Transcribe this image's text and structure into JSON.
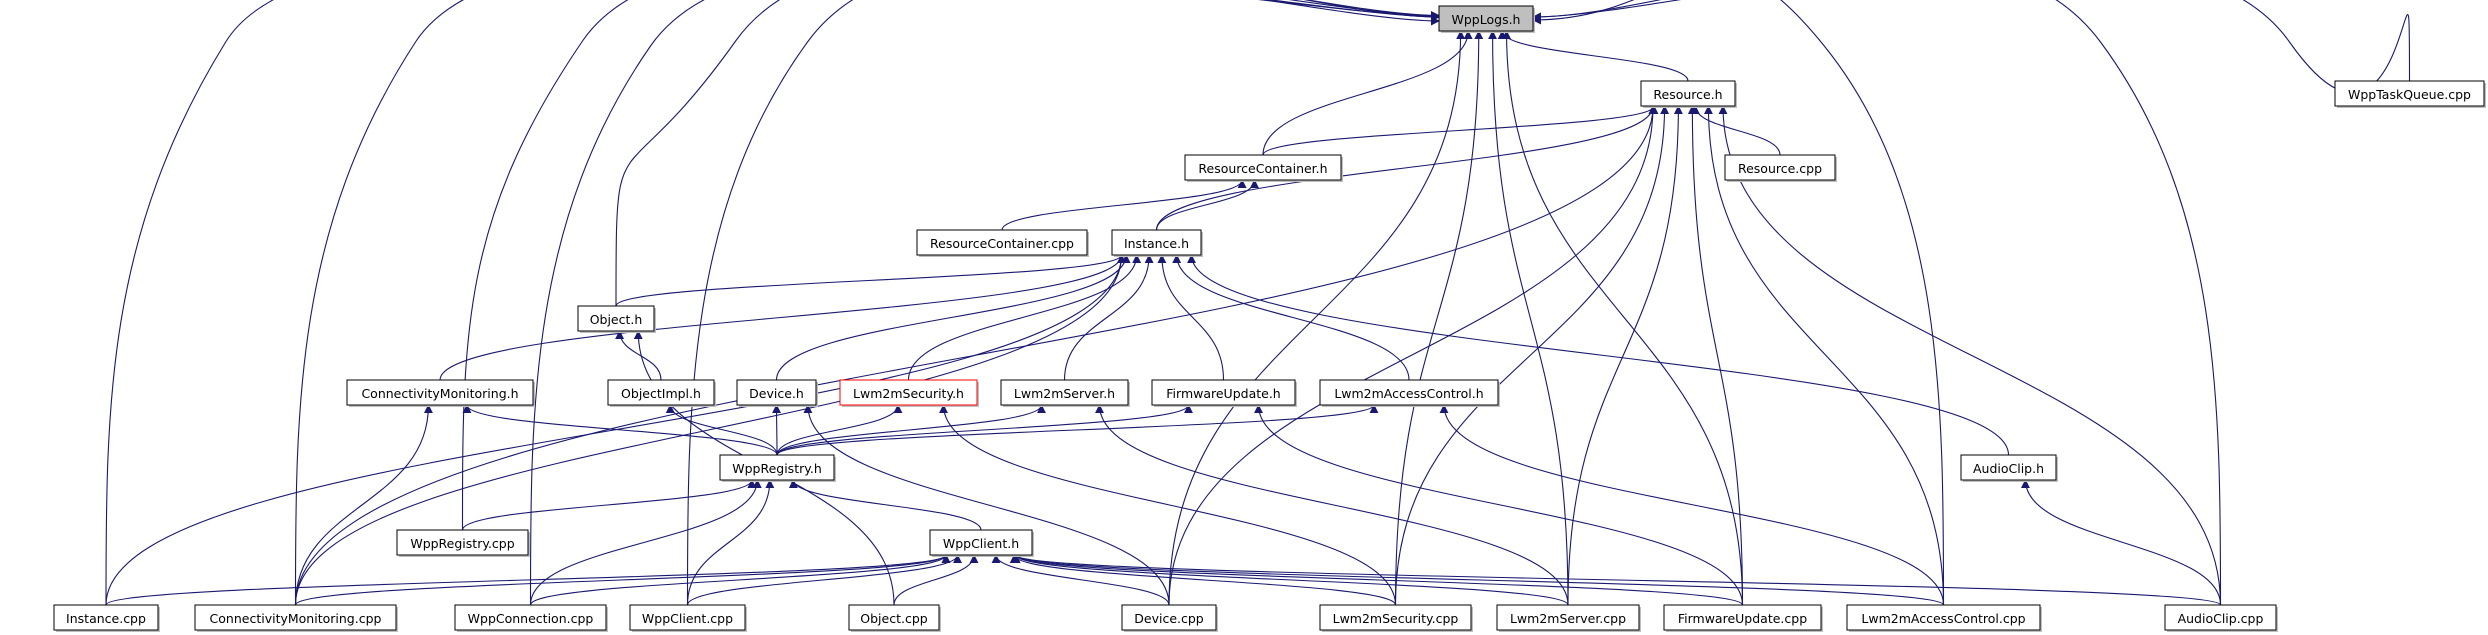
{
  "graph": {
    "type": "include-dependency-graph",
    "colors": {
      "edge": "#191970",
      "root_fill": "#bfbfbf",
      "node_fill": "#ffffff",
      "node_border": "#000000",
      "highlight_border": "#ff0000"
    },
    "root": "WppLogs.h",
    "nodes": {
      "wpplogs_h": "WppLogs.h",
      "resource_h": "Resource.h",
      "wpptaskqueue_cpp": "WppTaskQueue.cpp",
      "resourcecontainer_h": "ResourceContainer.h",
      "resource_cpp": "Resource.cpp",
      "resourcecontainer_cpp": "ResourceContainer.cpp",
      "instance_h": "Instance.h",
      "object_h": "Object.h",
      "connectivitymonitoring_h": "ConnectivityMonitoring.h",
      "objectimpl_h": "ObjectImpl.h",
      "device_h": "Device.h",
      "lwm2msecurity_h": "Lwm2mSecurity.h",
      "lwm2mserver_h": "Lwm2mServer.h",
      "firmwareupdate_h": "FirmwareUpdate.h",
      "lwm2maccesscontrol_h": "Lwm2mAccessControl.h",
      "wppregistry_h": "WppRegistry.h",
      "audioclip_h": "AudioClip.h",
      "wppregistry_cpp": "WppRegistry.cpp",
      "wppclient_h": "WppClient.h",
      "instance_cpp": "Instance.cpp",
      "connectivitymonitoring_cpp": "ConnectivityMonitoring.cpp",
      "wppconnection_cpp": "WppConnection.cpp",
      "wppclient_cpp": "WppClient.cpp",
      "object_cpp": "Object.cpp",
      "device_cpp": "Device.cpp",
      "lwm2msecurity_cpp": "Lwm2mSecurity.cpp",
      "lwm2mserver_cpp": "Lwm2mServer.cpp",
      "firmwareupdate_cpp": "FirmwareUpdate.cpp",
      "lwm2maccesscontrol_cpp": "Lwm2mAccessControl.cpp",
      "audioclip_cpp": "AudioClip.cpp"
    },
    "highlighted": [
      "lwm2msecurity_h"
    ],
    "edges": [
      [
        "resource_h",
        "wpplogs_h"
      ],
      [
        "resourcecontainer_h",
        "wpplogs_h"
      ],
      [
        "object_h",
        "wpplogs_h"
      ],
      [
        "instance_cpp",
        "wpplogs_h"
      ],
      [
        "connectivitymonitoring_cpp",
        "wpplogs_h"
      ],
      [
        "wppconnection_cpp",
        "wpplogs_h"
      ],
      [
        "wppclient_cpp",
        "wpplogs_h"
      ],
      [
        "wppregistry_cpp",
        "wpplogs_h"
      ],
      [
        "device_cpp",
        "wpplogs_h"
      ],
      [
        "lwm2msecurity_cpp",
        "wpplogs_h"
      ],
      [
        "lwm2mserver_cpp",
        "wpplogs_h"
      ],
      [
        "firmwareupdate_cpp",
        "wpplogs_h"
      ],
      [
        "lwm2maccesscontrol_cpp",
        "wpplogs_h"
      ],
      [
        "audioclip_cpp",
        "wpplogs_h"
      ],
      [
        "wpptaskqueue_cpp",
        "wpplogs_h"
      ],
      [
        "resourcecontainer_h",
        "resource_h"
      ],
      [
        "instance_h",
        "resource_h"
      ],
      [
        "connectivitymonitoring_cpp",
        "resource_h"
      ],
      [
        "resource_cpp",
        "resource_h"
      ],
      [
        "device_cpp",
        "resource_h"
      ],
      [
        "lwm2msecurity_cpp",
        "resource_h"
      ],
      [
        "lwm2mserver_cpp",
        "resource_h"
      ],
      [
        "firmwareupdate_cpp",
        "resource_h"
      ],
      [
        "lwm2maccesscontrol_cpp",
        "resource_h"
      ],
      [
        "audioclip_cpp",
        "resource_h"
      ],
      [
        "resourcecontainer_cpp",
        "resourcecontainer_h"
      ],
      [
        "instance_h",
        "resourcecontainer_h"
      ],
      [
        "object_h",
        "instance_h"
      ],
      [
        "connectivitymonitoring_h",
        "instance_h"
      ],
      [
        "instance_cpp",
        "instance_h"
      ],
      [
        "connectivitymonitoring_cpp",
        "instance_h"
      ],
      [
        "device_h",
        "instance_h"
      ],
      [
        "lwm2msecurity_h",
        "instance_h"
      ],
      [
        "lwm2mserver_h",
        "instance_h"
      ],
      [
        "firmwareupdate_h",
        "instance_h"
      ],
      [
        "lwm2maccesscontrol_h",
        "instance_h"
      ],
      [
        "audioclip_h",
        "instance_h"
      ],
      [
        "objectimpl_h",
        "object_h"
      ],
      [
        "object_cpp",
        "object_h"
      ],
      [
        "wppregistry_h",
        "connectivitymonitoring_h"
      ],
      [
        "connectivitymonitoring_cpp",
        "connectivitymonitoring_h"
      ],
      [
        "wppregistry_h",
        "objectimpl_h"
      ],
      [
        "wppregistry_h",
        "device_h"
      ],
      [
        "device_cpp",
        "device_h"
      ],
      [
        "wppregistry_h",
        "lwm2msecurity_h"
      ],
      [
        "lwm2msecurity_cpp",
        "lwm2msecurity_h"
      ],
      [
        "wppregistry_h",
        "lwm2mserver_h"
      ],
      [
        "lwm2mserver_cpp",
        "lwm2mserver_h"
      ],
      [
        "wppregistry_h",
        "firmwareupdate_h"
      ],
      [
        "firmwareupdate_cpp",
        "firmwareupdate_h"
      ],
      [
        "wppregistry_h",
        "lwm2maccesscontrol_h"
      ],
      [
        "lwm2maccesscontrol_cpp",
        "lwm2maccesscontrol_h"
      ],
      [
        "audioclip_cpp",
        "audioclip_h"
      ],
      [
        "wppregistry_cpp",
        "wppregistry_h"
      ],
      [
        "wppconnection_cpp",
        "wppregistry_h"
      ],
      [
        "wppclient_cpp",
        "wppregistry_h"
      ],
      [
        "wppclient_h",
        "wppregistry_h"
      ],
      [
        "instance_cpp",
        "wppclient_h"
      ],
      [
        "connectivitymonitoring_cpp",
        "wppclient_h"
      ],
      [
        "wppconnection_cpp",
        "wppclient_h"
      ],
      [
        "wppclient_cpp",
        "wppclient_h"
      ],
      [
        "object_cpp",
        "wppclient_h"
      ],
      [
        "device_cpp",
        "wppclient_h"
      ],
      [
        "lwm2msecurity_cpp",
        "wppclient_h"
      ],
      [
        "lwm2mserver_cpp",
        "wppclient_h"
      ],
      [
        "firmwareupdate_cpp",
        "wppclient_h"
      ],
      [
        "lwm2maccesscontrol_cpp",
        "wppclient_h"
      ],
      [
        "audioclip_cpp",
        "wppclient_h"
      ]
    ]
  }
}
